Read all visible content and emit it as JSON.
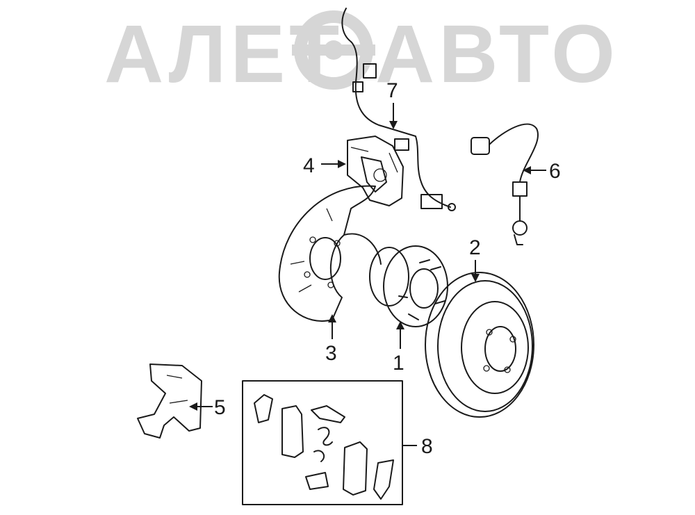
{
  "watermark": {
    "text": "АЛЕТ",
    "text2": "АВТО",
    "color": "#cfcfcf",
    "icon": "gear-logo-icon"
  },
  "callouts": [
    {
      "id": "1",
      "label": "1"
    },
    {
      "id": "2",
      "label": "2"
    },
    {
      "id": "3",
      "label": "3"
    },
    {
      "id": "4",
      "label": "4"
    },
    {
      "id": "5",
      "label": "5"
    },
    {
      "id": "6",
      "label": "6"
    },
    {
      "id": "7",
      "label": "7"
    },
    {
      "id": "8",
      "label": "8"
    }
  ],
  "colors": {
    "line": "#1a1a1a",
    "background": "#ffffff"
  }
}
